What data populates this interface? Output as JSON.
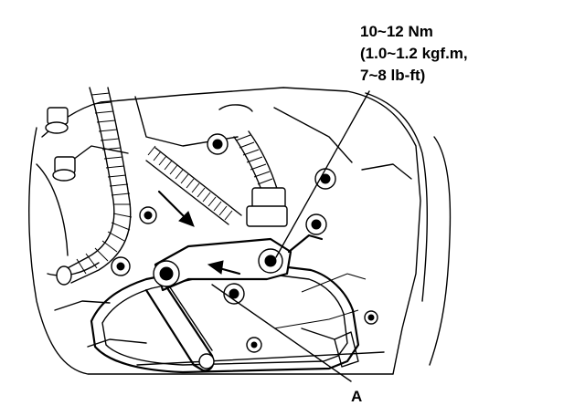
{
  "torque_spec": {
    "line1": "10~12 Nm",
    "line2": "(1.0~1.2 kgf.m,",
    "line3": "7~8 lb-ft)"
  },
  "callout_a": {
    "letter": "A"
  }
}
